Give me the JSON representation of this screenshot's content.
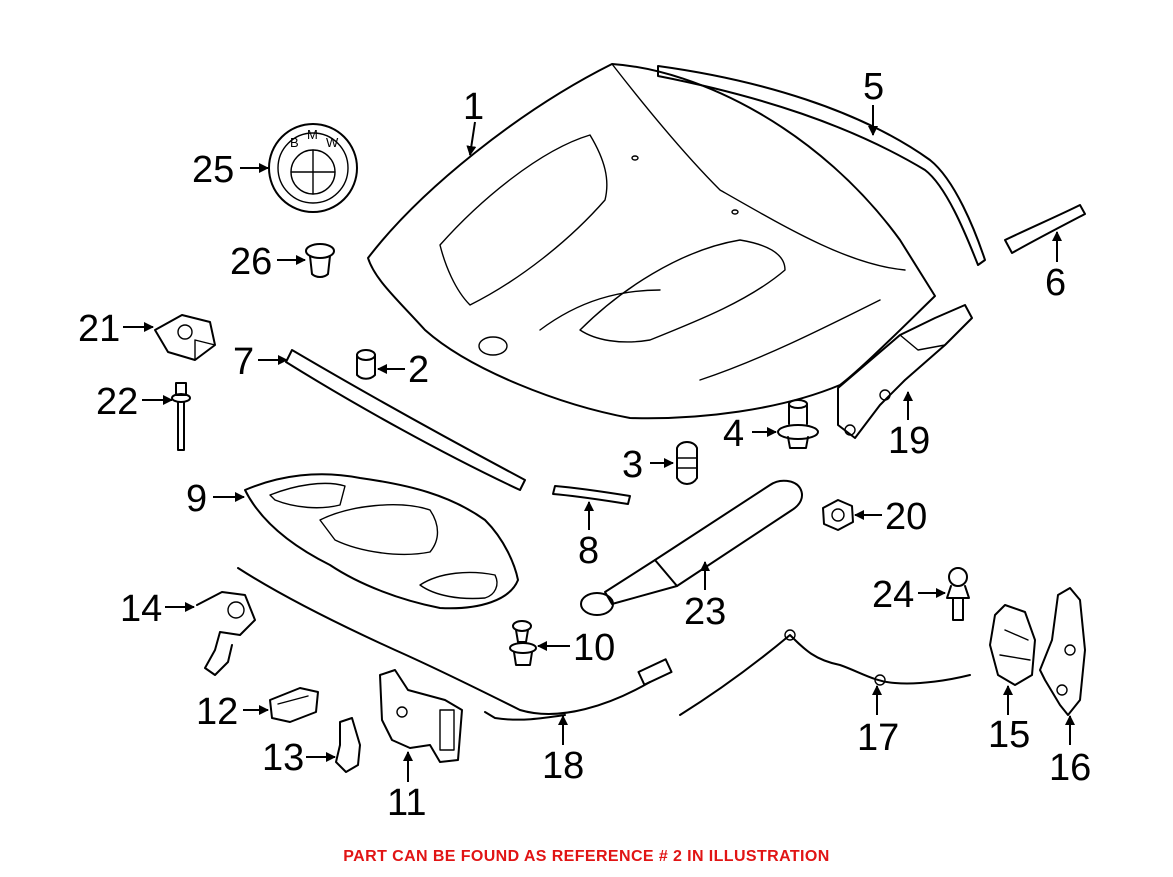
{
  "callouts": {
    "c1": "1",
    "c2": "2",
    "c3": "3",
    "c4": "4",
    "c5": "5",
    "c6": "6",
    "c7": "7",
    "c8": "8",
    "c9": "9",
    "c10": "10",
    "c11": "11",
    "c12": "12",
    "c13": "13",
    "c14": "14",
    "c15": "15",
    "c16": "16",
    "c17": "17",
    "c18": "18",
    "c19": "19",
    "c20": "20",
    "c21": "21",
    "c22": "22",
    "c23": "23",
    "c24": "24",
    "c25": "25",
    "c26": "26"
  },
  "emblem": {
    "letter_b": "B",
    "letter_m": "M",
    "letter_w": "W"
  },
  "footer": {
    "note": "PART CAN BE FOUND AS REFERENCE # 2 IN ILLUSTRATION"
  },
  "colors": {
    "line": "#000000",
    "background": "#ffffff",
    "note": "#e11414"
  }
}
